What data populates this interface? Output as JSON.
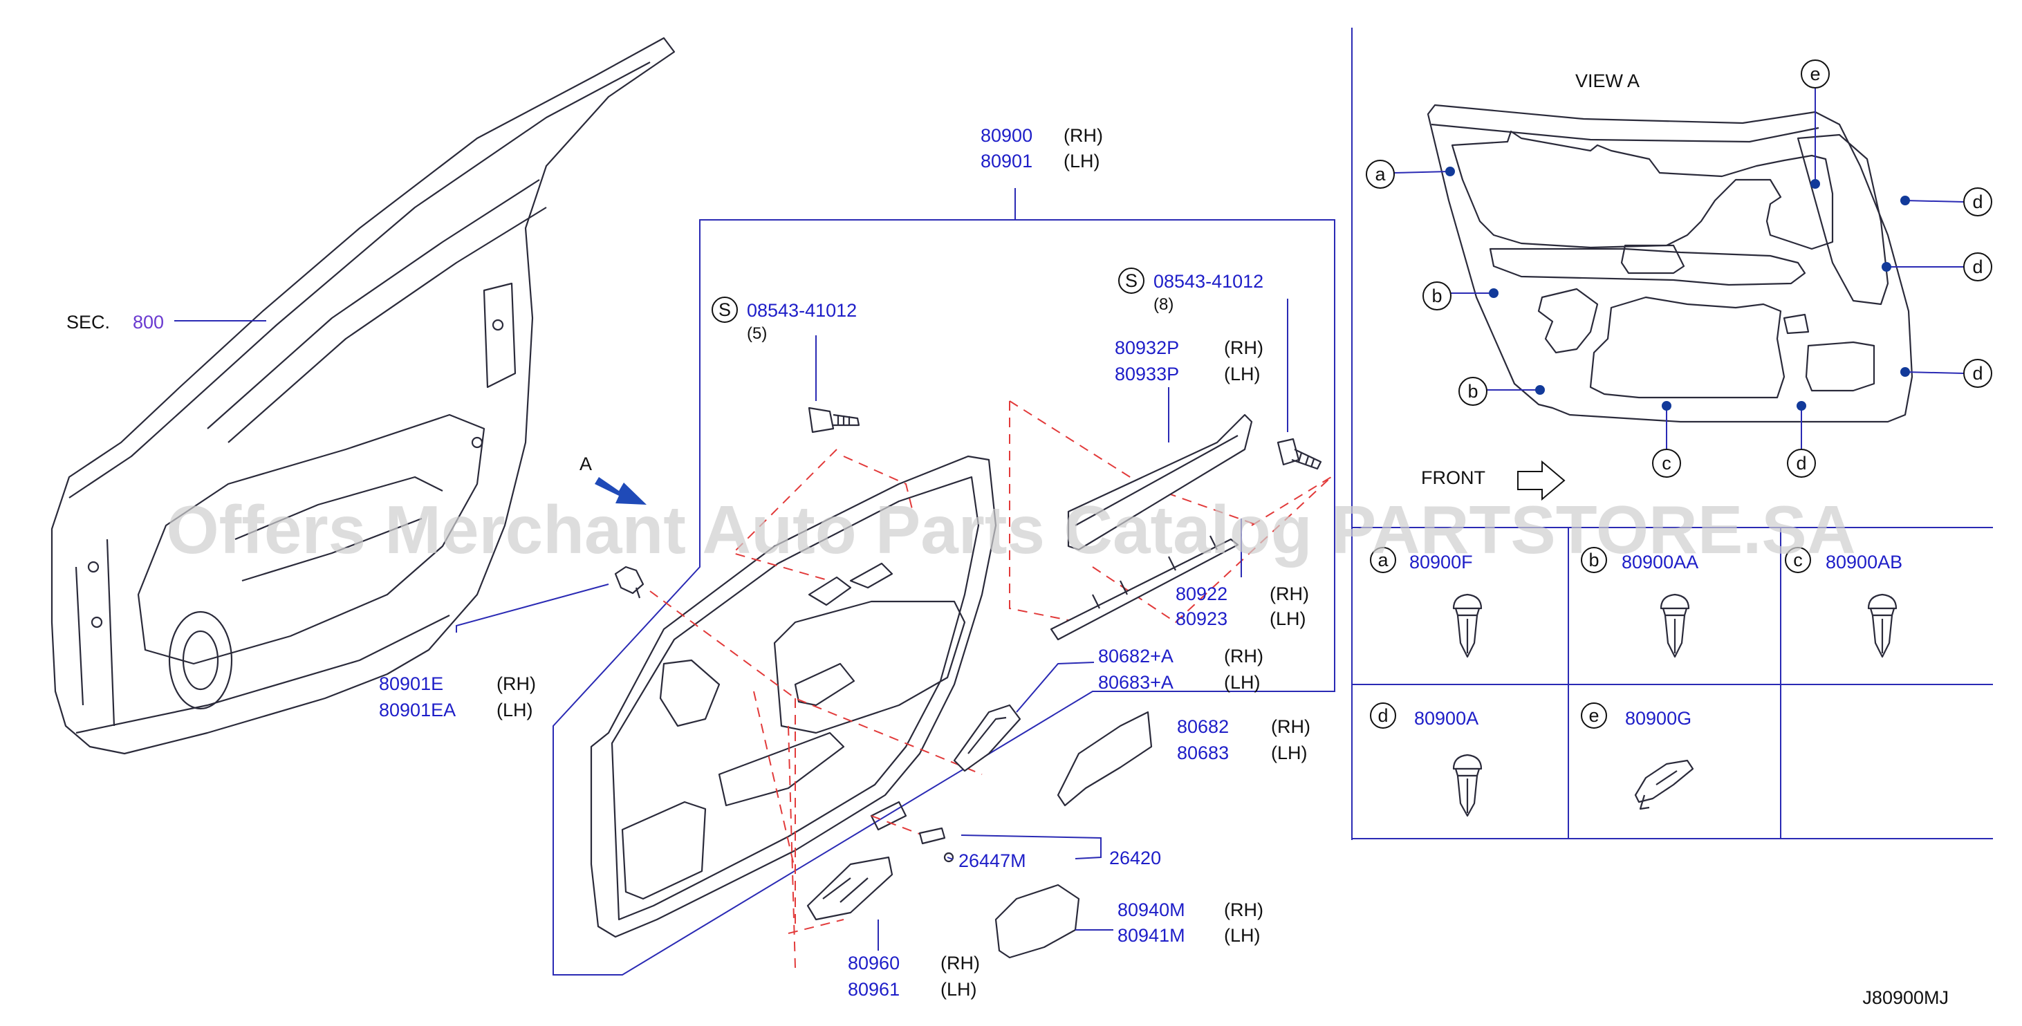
{
  "diagram": {
    "watermark": "Offers Merchant Auto Parts Catalog PARTSTORE.SA",
    "drawing_code": "J80900MJ",
    "section_ref": {
      "prefix": "SEC.",
      "number": "800"
    },
    "view_arrow_label": "A",
    "view_title": "VIEW  A",
    "front_label": "FRONT",
    "callouts": [
      {
        "id": "c1",
        "lines": [
          {
            "part": "80900",
            "side": "(RH)"
          },
          {
            "part": "80901",
            "side": "(LH)"
          }
        ]
      },
      {
        "id": "c2",
        "screw": "S",
        "lines": [
          {
            "part": "08543-41012",
            "side": ""
          }
        ],
        "qty": "(5)"
      },
      {
        "id": "c3",
        "screw": "S",
        "lines": [
          {
            "part": "08543-41012",
            "side": ""
          }
        ],
        "qty": "(8)"
      },
      {
        "id": "c4",
        "lines": [
          {
            "part": "80932P",
            "side": "(RH)"
          },
          {
            "part": "80933P",
            "side": "(LH)"
          }
        ]
      },
      {
        "id": "c5",
        "lines": [
          {
            "part": "80922",
            "side": "(RH)"
          },
          {
            "part": "80923",
            "side": "(LH)"
          }
        ]
      },
      {
        "id": "c6",
        "lines": [
          {
            "part": "80682+A",
            "side": "(RH)"
          },
          {
            "part": "80683+A",
            "side": "(LH)"
          }
        ]
      },
      {
        "id": "c7",
        "lines": [
          {
            "part": "80682",
            "side": "(RH)"
          },
          {
            "part": "80683",
            "side": "(LH)"
          }
        ]
      },
      {
        "id": "c8",
        "lines": [
          {
            "part": "80901E",
            "side": "(RH)"
          },
          {
            "part": "80901EA",
            "side": "(LH)"
          }
        ]
      },
      {
        "id": "c9",
        "lines": [
          {
            "part": "26447M",
            "side": ""
          }
        ]
      },
      {
        "id": "c10",
        "lines": [
          {
            "part": "26420",
            "side": ""
          }
        ]
      },
      {
        "id": "c11",
        "lines": [
          {
            "part": "80940M",
            "side": "(RH)"
          },
          {
            "part": "80941M",
            "side": "(LH)"
          }
        ]
      },
      {
        "id": "c12",
        "lines": [
          {
            "part": "80960",
            "side": "(RH)"
          },
          {
            "part": "80961",
            "side": "(LH)"
          }
        ]
      }
    ],
    "view_markers": [
      "a",
      "b",
      "b",
      "c",
      "d",
      "d",
      "d",
      "d",
      "e"
    ],
    "clip_table": [
      {
        "letter": "a",
        "part": "80900F"
      },
      {
        "letter": "b",
        "part": "80900AA"
      },
      {
        "letter": "c",
        "part": "80900AB"
      },
      {
        "letter": "d",
        "part": "80900A"
      },
      {
        "letter": "e",
        "part": "80900G"
      }
    ]
  }
}
